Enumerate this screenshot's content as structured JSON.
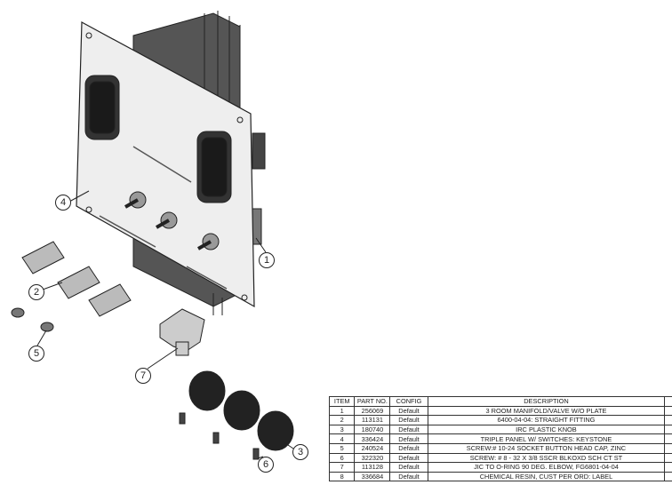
{
  "callouts": [
    "1",
    "2",
    "3",
    "4",
    "5",
    "6",
    "7"
  ],
  "bom": {
    "headers": [
      "ITEM",
      "PART NO.",
      "CONFIG",
      "DESCRIPTION"
    ],
    "rows": [
      [
        "1",
        "256069",
        "Default",
        "3 ROOM MANIFOLD/VALVE W/O PLATE"
      ],
      [
        "2",
        "113131",
        "Default",
        "6400-04-04: STRAIGHT FITTING"
      ],
      [
        "3",
        "180740",
        "Default",
        "IRC PLASTIC KNOB"
      ],
      [
        "4",
        "336424",
        "Default",
        "TRIPLE PANEL W/ SWITCHES: KEYSTONE"
      ],
      [
        "5",
        "240524",
        "Default",
        "SCREW:# 10-24 SOCKET BUTTON HEAD CAP, ZINC"
      ],
      [
        "6",
        "322320",
        "Default",
        "SCREW: # 8 - 32 X 3/8 SSCR BLKOXD SCH CT ST"
      ],
      [
        "7",
        "113128",
        "Default",
        "JIC TO O-RING 90 DEG. ELBOW, FG6801-04-04"
      ],
      [
        "8",
        "336684",
        "Default",
        "CHEMICAL RESIN, CUST PER ORD: LABEL"
      ]
    ]
  }
}
